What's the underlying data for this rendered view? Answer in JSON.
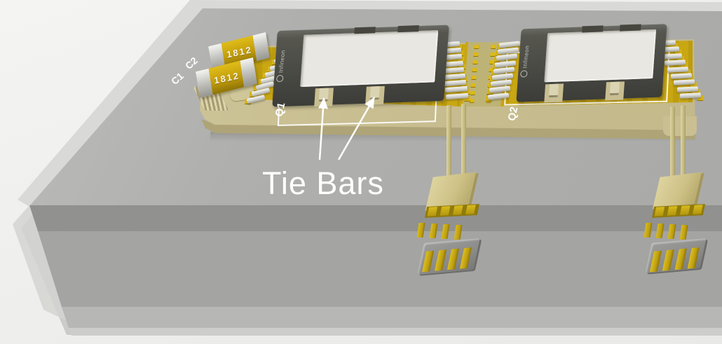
{
  "annotation": {
    "tie_bars_label": "Tie Bars"
  },
  "board": {
    "silkscreen": {
      "c1": "C1",
      "c2": "C2",
      "q1": "Q1",
      "q2": "Q2"
    },
    "capacitors": [
      {
        "ref": "C2",
        "marking": "1812"
      },
      {
        "ref": "C1",
        "marking": "1812"
      }
    ],
    "chips": [
      {
        "ref": "Q1",
        "brand_label": "Infineon"
      },
      {
        "ref": "Q2",
        "brand_label": "Infineon"
      }
    ]
  },
  "colors": {
    "pcb_tan": "#c7bd90",
    "gold_plating": "#c9a713",
    "chip_body_gray": "#4a4a45",
    "chip_top_white": "#e9e7e1",
    "capacitor_yellow": "#c29d0c",
    "substrate_gray": "#aaaaa8",
    "annotation_white": "#ffffff"
  }
}
